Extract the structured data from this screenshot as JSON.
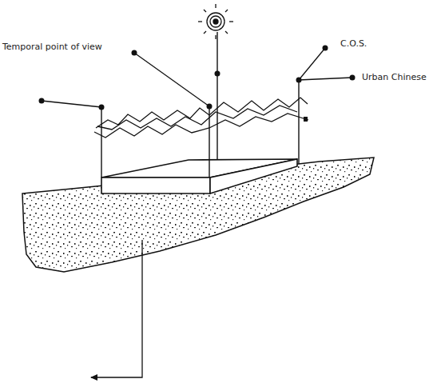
{
  "diagram": {
    "labels": [
      "Temporal point of view",
      "C.O.S.",
      "Urban Chinese"
    ]
  }
}
